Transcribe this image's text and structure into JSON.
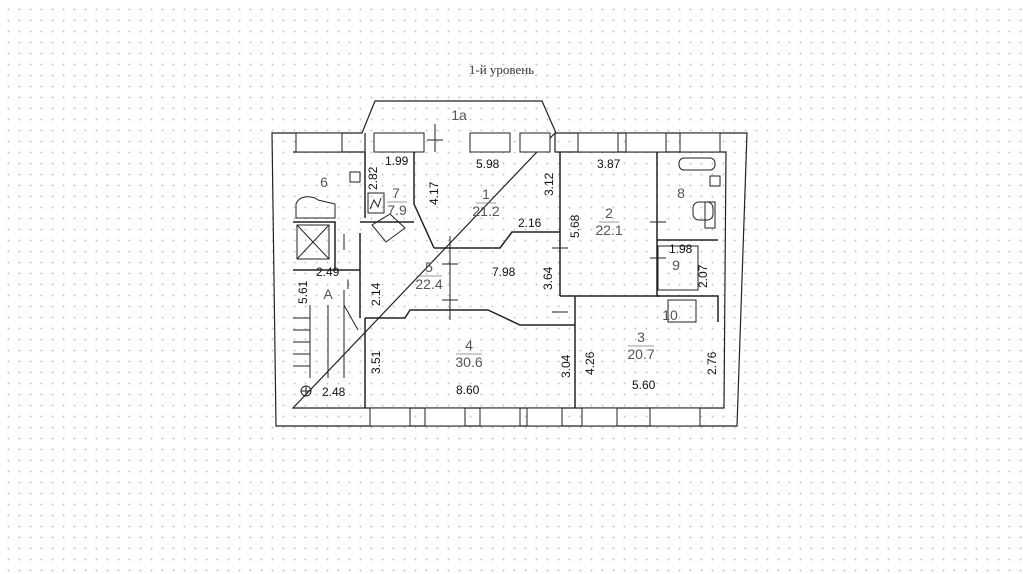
{
  "title": "1-й уровень",
  "bay_label": "1а",
  "rooms": [
    {
      "number": "1",
      "area": "21.2"
    },
    {
      "number": "2",
      "area": "22.1"
    },
    {
      "number": "3",
      "area": "20.7"
    },
    {
      "number": "4",
      "area": "30.6"
    },
    {
      "number": "5",
      "area": "22.4"
    },
    {
      "number": "6",
      "area": ""
    },
    {
      "number": "7",
      "area": "7.9"
    },
    {
      "number": "8",
      "area": ""
    },
    {
      "number": "9",
      "area": ""
    },
    {
      "number": "10",
      "area": ""
    },
    {
      "number": "А",
      "area": ""
    },
    {
      "number": "I",
      "area": ""
    }
  ],
  "dimensions": [
    "1.99",
    "5.98",
    "3.87",
    "2.82",
    "4.17",
    "3.12",
    "2.16",
    "5.68",
    "1.98",
    "2.07",
    "2.49",
    "5.61",
    "2.14",
    "7.98",
    "3.64",
    "3.51",
    "3.04",
    "4.26",
    "2.76",
    "2.48",
    "8.60",
    "5.60"
  ]
}
